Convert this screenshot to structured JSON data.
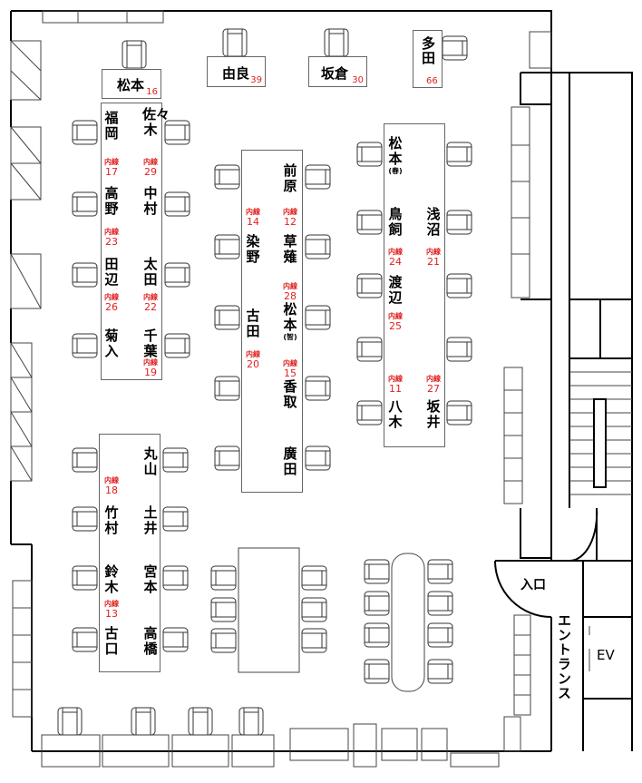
{
  "ext_label": "内線",
  "single_desks": {
    "matsumoto": {
      "name": "松本",
      "ext": "16"
    },
    "yura": {
      "name": "由良",
      "ext": "39"
    },
    "sakakura": {
      "name": "坂倉",
      "ext": "30"
    },
    "tada": {
      "name": "多田",
      "ext": "66"
    }
  },
  "desk_a": {
    "names": [
      {
        "name": "福岡"
      },
      {
        "name": "佐々木"
      },
      {
        "name": "高野"
      },
      {
        "name": "中村"
      },
      {
        "name": "田辺"
      },
      {
        "name": "太田"
      },
      {
        "name": "菊入"
      },
      {
        "name": "千葉"
      }
    ],
    "exts": [
      "17",
      "29",
      "23",
      "26",
      "22",
      "19"
    ]
  },
  "desk_b": {
    "names": [
      {
        "name": "前原"
      },
      {
        "name": "染野"
      },
      {
        "name": "草薙"
      },
      {
        "name": "古田"
      },
      {
        "name": "松本",
        "note": "(智)"
      },
      {
        "name": "香取"
      },
      {
        "name": "廣田"
      }
    ],
    "exts": [
      "14",
      "12",
      "28",
      "20",
      "15"
    ]
  },
  "desk_c": {
    "names": [
      {
        "name": "松本",
        "note": "(春)"
      },
      {
        "name": "鳥飼"
      },
      {
        "name": "浅沼"
      },
      {
        "name": "渡辺"
      },
      {
        "name": "八木"
      },
      {
        "name": "坂井"
      }
    ],
    "exts": [
      "24",
      "21",
      "25",
      "11",
      "27"
    ]
  },
  "desk_d": {
    "names": [
      {
        "name": "丸山"
      },
      {
        "name": "竹村"
      },
      {
        "name": "土井"
      },
      {
        "name": "鈴木"
      },
      {
        "name": "宮本"
      },
      {
        "name": "古口"
      },
      {
        "name": "高橋"
      }
    ],
    "exts": [
      "18",
      "13"
    ]
  },
  "facilities": {
    "entrance_door": "入口",
    "entrance_hall": "エントランス",
    "elevator": "EV"
  }
}
